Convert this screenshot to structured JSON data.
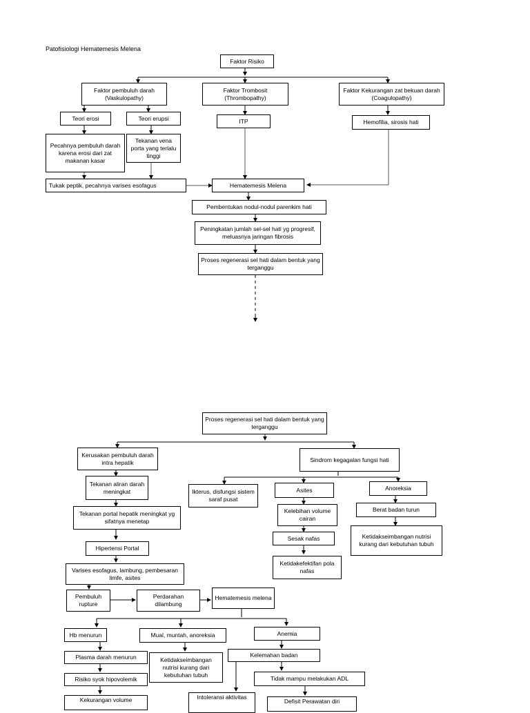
{
  "title": "Patofisiologi Hematemesis Melena",
  "nodes": {
    "faktor_risiko": "Faktor Risiko",
    "faktor_pembuluh": "Faktor pembuluh darah (Vaskulopathy)",
    "faktor_trombosit": "Faktor Trombosit (Thrombopathy)",
    "faktor_kekurangan": "Faktor Kekurangan zat bekuan darah (Coagulopathy)",
    "teori_erosi": "Teori erosi",
    "teori_erupsi": "Teori erupsi",
    "itp": "ITP",
    "hemofilia": "Hemofilia, sirosis hati",
    "pecahnya": "Pecahnya pembuluh darah karena erosi dari zat makanan kasar",
    "tekanan_vena": "Tekanan vena porta yang terlalu tinggi",
    "tukak": "Tukak peptik, pecahnya varises esofagus",
    "hematemesis1": "Hematemesis Melena",
    "pembentukan": "Pembentukan nodul-nodul parenkim hati",
    "peningkatan": "Peningkatan jumlah sel-sel hati yg progresif, meluasnya jaringan fibrosis",
    "proses1": "Proses regenerasi sel hati dalam bentuk yang terganggu",
    "proses2": "Proses regenerasi sel hati dalam bentuk yang terganggu",
    "kerusakan": "Kerusakan pembuluh darah intra hepatik",
    "sindrom": "Sindrom kegagalan fungsi hati",
    "tekanan_aliran": "Tekanan aliran darah meningkat",
    "ikterus": "Ikterus, disfungsi sistem saraf pusat",
    "asites": "Asites",
    "anoreksia": "Anoreksia",
    "tekanan_portal": "Tekanan portal hepatik meningkat yg sifatnya menetap",
    "kelebihan": "Kelebihan volume cairan",
    "berat_badan": "Berat badan turun",
    "ketidakseimbangan1": "Ketidakseimbangan nutrisi kurang dari kebutuhan tubuh",
    "sesak": "Sesak nafas",
    "hipertensi": "Hipertensi Portal",
    "ketidakefektifan": "Ketidakefektifan pola nafas",
    "varises": "Varises esofagus, lambung, pembesaran limfe, asites",
    "pembuluh_rupture": "Pembuluh rupture",
    "perdarahan": "Perdarahan dilambung",
    "hematemesis2": "Hematemesis melena",
    "hb_menurun": "Hb menurun",
    "mual": "Mual, muntah, anoreksia",
    "anemia": "Anemia",
    "plasma": "Plasma darah menurun",
    "ketidakseimbangan2": "Ketidakseimbangan nutrisi kurang dari kebutuhan tubuh",
    "kelemahan": "Kelemahan badan",
    "risiko_syok": "Risiko syok hipovolemik",
    "tidak_mampu": "Tidak mampu melakukan ADL",
    "intoleransi": "Intoleransi aktivitas",
    "kekurangan_volume": "Kekurangan volume",
    "defisit": "Defisit Perawatan diri"
  }
}
